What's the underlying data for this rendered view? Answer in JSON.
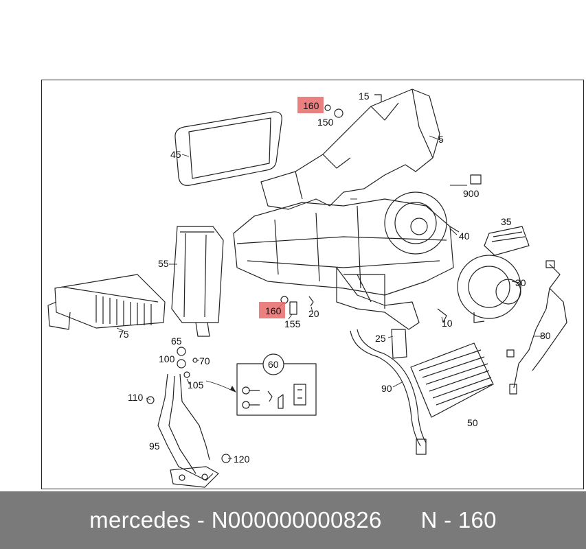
{
  "callouts": {
    "c15": "15",
    "c160a": "160",
    "c150": "150",
    "c5": "5",
    "c45": "45",
    "c900": "900",
    "c35": "35",
    "c40": "40",
    "c55": "55",
    "c30": "30",
    "c75": "75",
    "c160b": "160",
    "c155": "155",
    "c20": "20",
    "c10": "10",
    "c25": "25",
    "c80": "80",
    "c65": "65",
    "c100": "100",
    "c70": "70",
    "c60": "60",
    "c105": "105",
    "c110": "110",
    "c90": "90",
    "c50": "50",
    "c95": "95",
    "c120": "120"
  },
  "highlight_color": "#e86a6a",
  "footer": {
    "brand": "mercedes",
    "sep1": " - ",
    "part_number": "N000000000826",
    "gap": "      ",
    "ref": "N - 160"
  }
}
